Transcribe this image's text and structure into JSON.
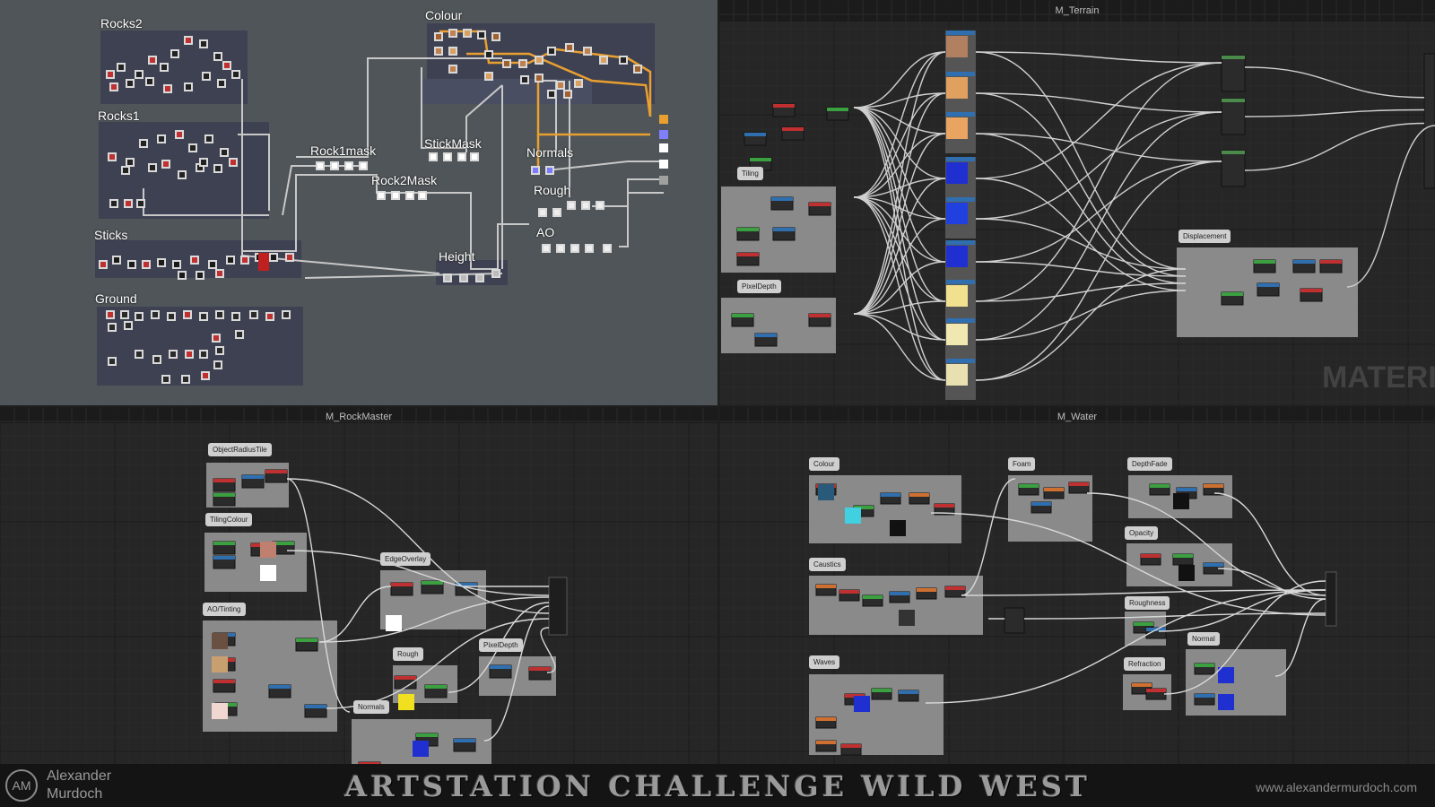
{
  "panels": {
    "substance": {
      "groups": [
        "Rocks2",
        "Rocks1",
        "Sticks",
        "Ground",
        "Colour"
      ],
      "labels": [
        "Rock1mask",
        "Rock2Mask",
        "StickMask",
        "Normals",
        "Rough",
        "AO",
        "Height"
      ]
    },
    "terrain": {
      "title": "M_Terrain",
      "comments": [
        "Tiling",
        "PixelDepth",
        "Displacement"
      ],
      "watermark": "MATERI"
    },
    "rockmaster": {
      "title": "M_RockMaster",
      "comments": [
        "ObjectRadiusTile",
        "TilingColour",
        "AO/Tinting",
        "EdgeOverlay",
        "Rough",
        "PixelDepth",
        "Normals"
      ]
    },
    "water": {
      "title": "M_Water",
      "comments": [
        "Colour",
        "Foam",
        "DepthFade",
        "Opacity",
        "Caustics",
        "Roughness",
        "Refraction",
        "Normal",
        "Waves"
      ]
    }
  },
  "footer": {
    "author_first": "Alexander",
    "author_last": "Murdoch",
    "banner": "ARTSTATION CHALLENGE WILD WEST",
    "website": "www.alexandermurdoch.com"
  },
  "colors": {
    "substance_bg": "#4f5558",
    "frame_fill": "#3e4152",
    "ue_bg": "#262626",
    "comment_fill": "#8a8a8a",
    "wire_orange": "#e9a030"
  }
}
